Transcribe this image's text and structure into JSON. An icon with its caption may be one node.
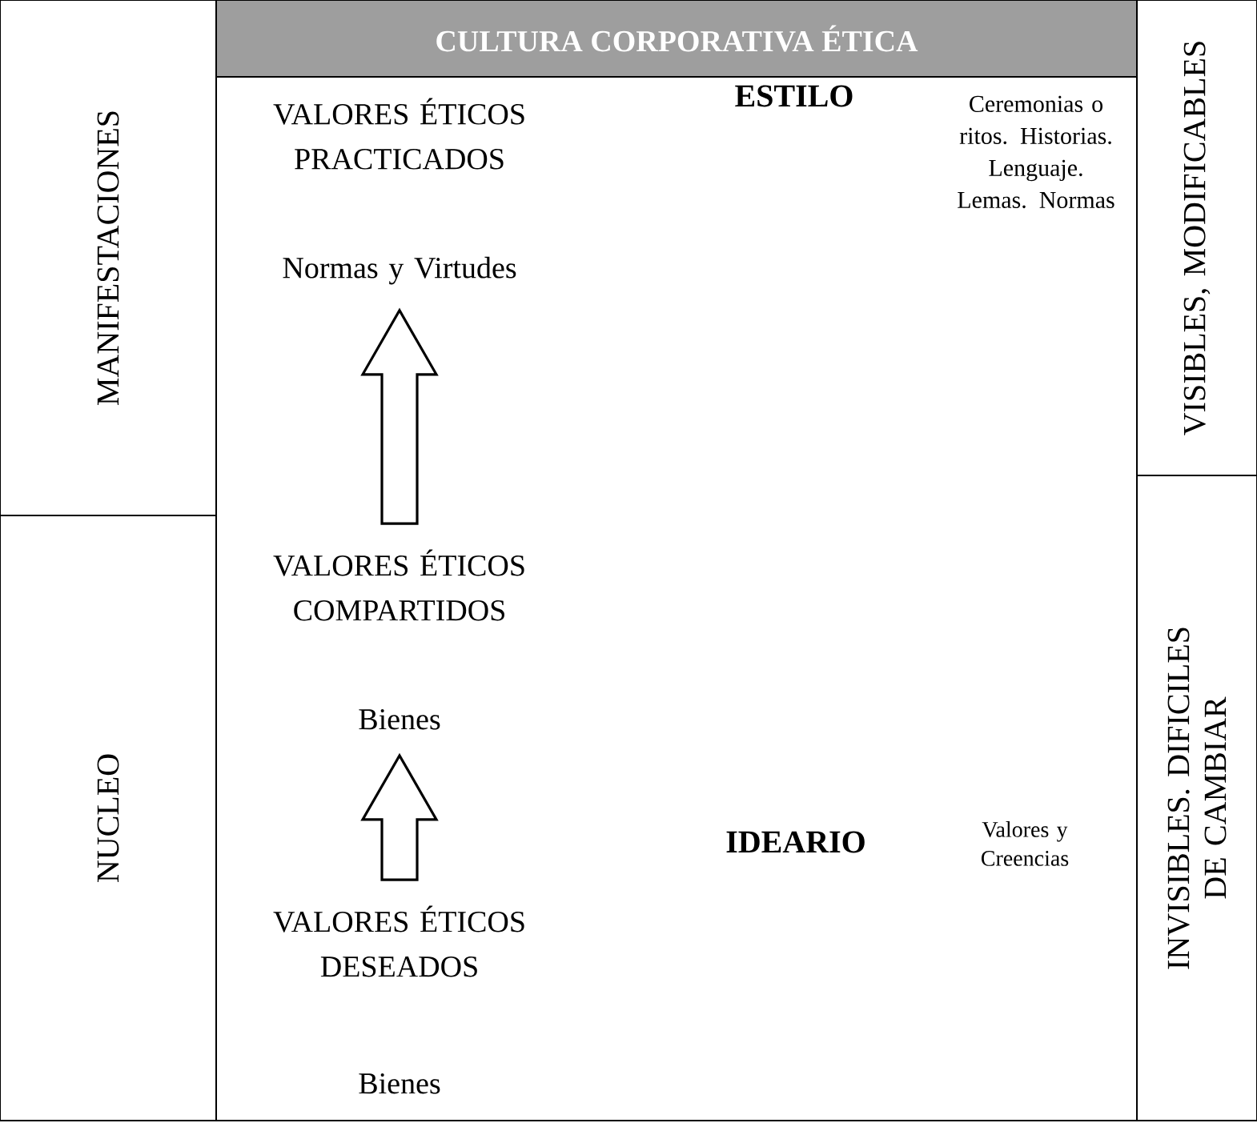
{
  "diagram": {
    "nodes": [
      {
        "text": [
          "MANIFESTACIONES"
        ]
      },
      {
        "text": [
          "NUCLEO"
        ]
      },
      {
        "text": [
          "CULTURA CORPORATIVA ÉTICA"
        ]
      },
      {
        "text": [
          "VISIBLES, MODIFICABLES"
        ]
      },
      {
        "text": [
          "INVISIBLES. DIFICILES DE CAMBIAR"
        ]
      },
      {
        "text": [
          "VALORES ÉTICOS PRACTICADOS",
          "Normas y Virtudes"
        ],
        "in": 2
      },
      {
        "text": [
          "VALORES ÉTICOS COMPARTIDOS",
          "Bienes"
        ],
        "in": 2
      },
      {
        "text": [
          "VALORES ÉTICOS DESEADOS",
          "Bienes"
        ],
        "in": 2
      }
    ],
    "edges": [
      {
        "from": 6,
        "to": 5,
        "arrow": "to"
      },
      {
        "from": 7,
        "to": 6,
        "arrow": "to"
      }
    ],
    "labels": [
      "ESTILO",
      "Ceremonias o ritos. Historias. Lenguaje. Lemas. Normas",
      "IDEARIO",
      "Valores y Creencias"
    ]
  }
}
